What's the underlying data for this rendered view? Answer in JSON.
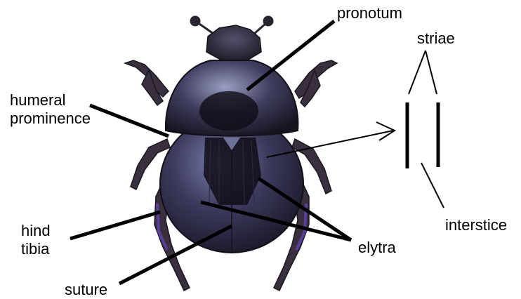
{
  "labels": {
    "pronotum": "pronotum",
    "humeral_line1": "humeral",
    "humeral_line2": "prominence",
    "hind_line1": "hind",
    "hind_line2": "tibia",
    "suture": "suture",
    "elytra": "elytra",
    "striae": "striae",
    "interstice": "interstice"
  },
  "colors": {
    "body_dark": "#1d1a2e",
    "body_sheen": "#6a6a9a",
    "violet_edge": "#5a3f9a",
    "leg": "#3a2f3e",
    "line": "#000000"
  }
}
